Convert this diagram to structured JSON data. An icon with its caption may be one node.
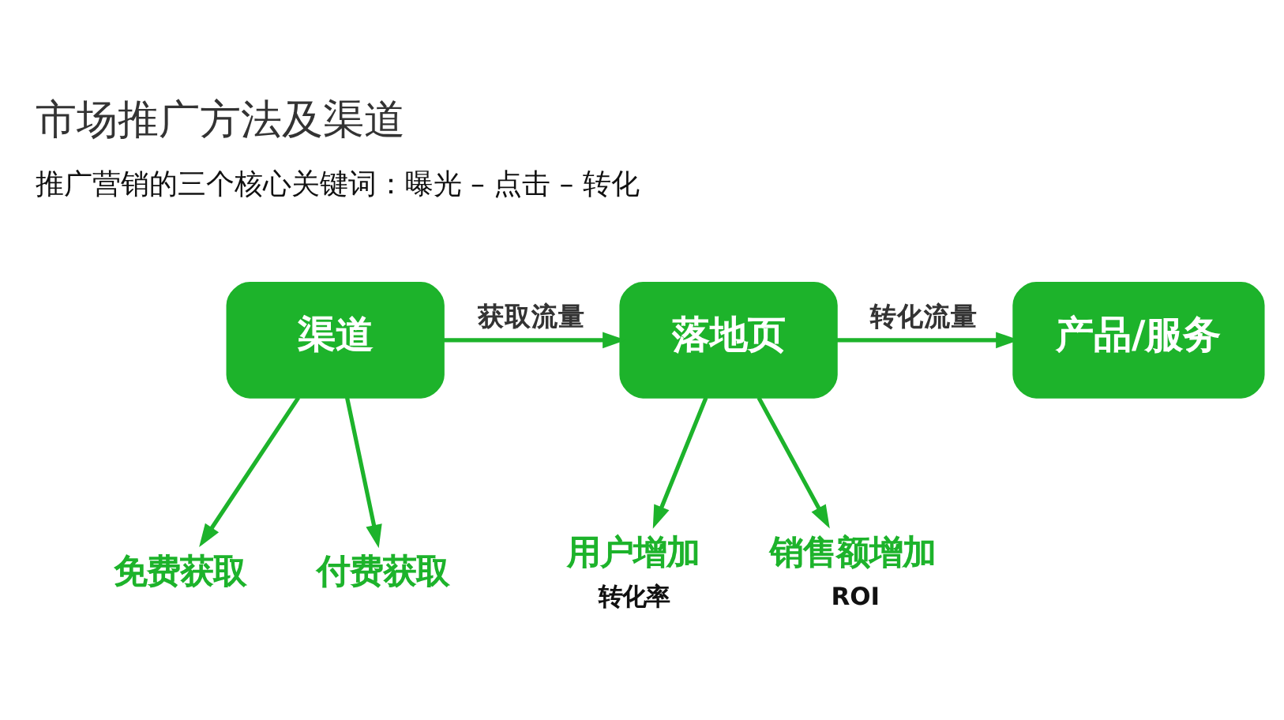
{
  "diagram": {
    "title": "市场推广方法及渠道",
    "nodes": [
      {
        "text": [
          "渠道"
        ]
      },
      {
        "text": [
          "落地页"
        ]
      },
      {
        "text": [
          "产品/服务"
        ]
      },
      {
        "text": [
          "免费获取"
        ]
      },
      {
        "text": [
          "付费获取"
        ]
      },
      {
        "text": [
          "用户增加"
        ],
        "beside": [
          "转化率"
        ]
      },
      {
        "text": [
          "销售额增加"
        ],
        "beside": [
          "ROI"
        ]
      }
    ],
    "edges": [
      {
        "from": 0,
        "to": 1,
        "arrow": "to",
        "label": "获取流量"
      },
      {
        "from": 1,
        "to": 2,
        "arrow": "to",
        "label": "转化流量"
      },
      {
        "from": 0,
        "to": 3,
        "arrow": "to"
      },
      {
        "from": 0,
        "to": 4,
        "arrow": "to"
      },
      {
        "from": 1,
        "to": 5,
        "arrow": "to"
      },
      {
        "from": 1,
        "to": 6,
        "arrow": "to"
      }
    ],
    "labels": [
      "推广营销的三个核心关键词：曝光 – 点击 – 转化"
    ]
  }
}
